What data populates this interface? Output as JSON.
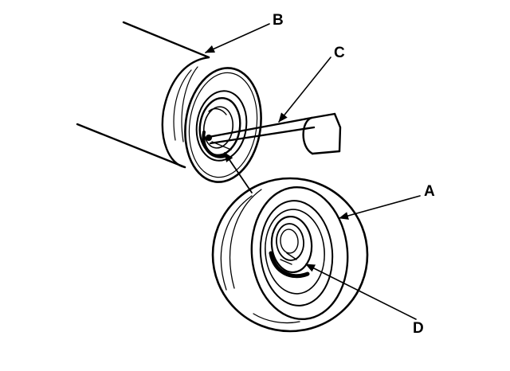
{
  "diagram": {
    "labels": {
      "a": "A",
      "b": "B",
      "c": "C",
      "d": "D"
    },
    "line_color": "#000000",
    "background": "#ffffff"
  }
}
